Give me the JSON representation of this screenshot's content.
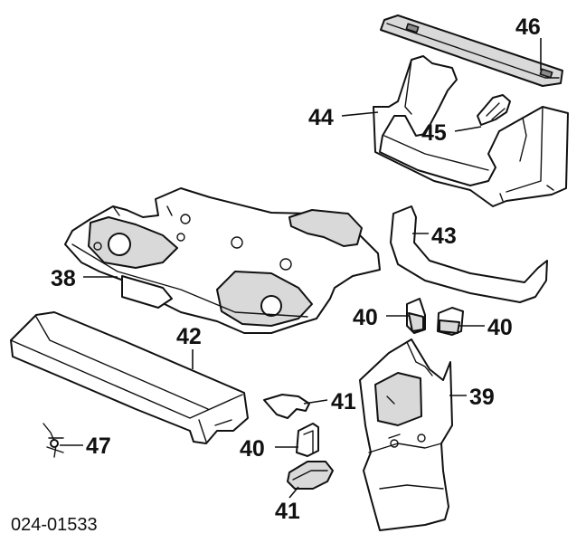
{
  "diagram_code": "024-01533",
  "callouts": [
    "46",
    "44",
    "45",
    "43",
    "38",
    "40",
    "40",
    "42",
    "41",
    "39",
    "40",
    "47",
    "41"
  ]
}
